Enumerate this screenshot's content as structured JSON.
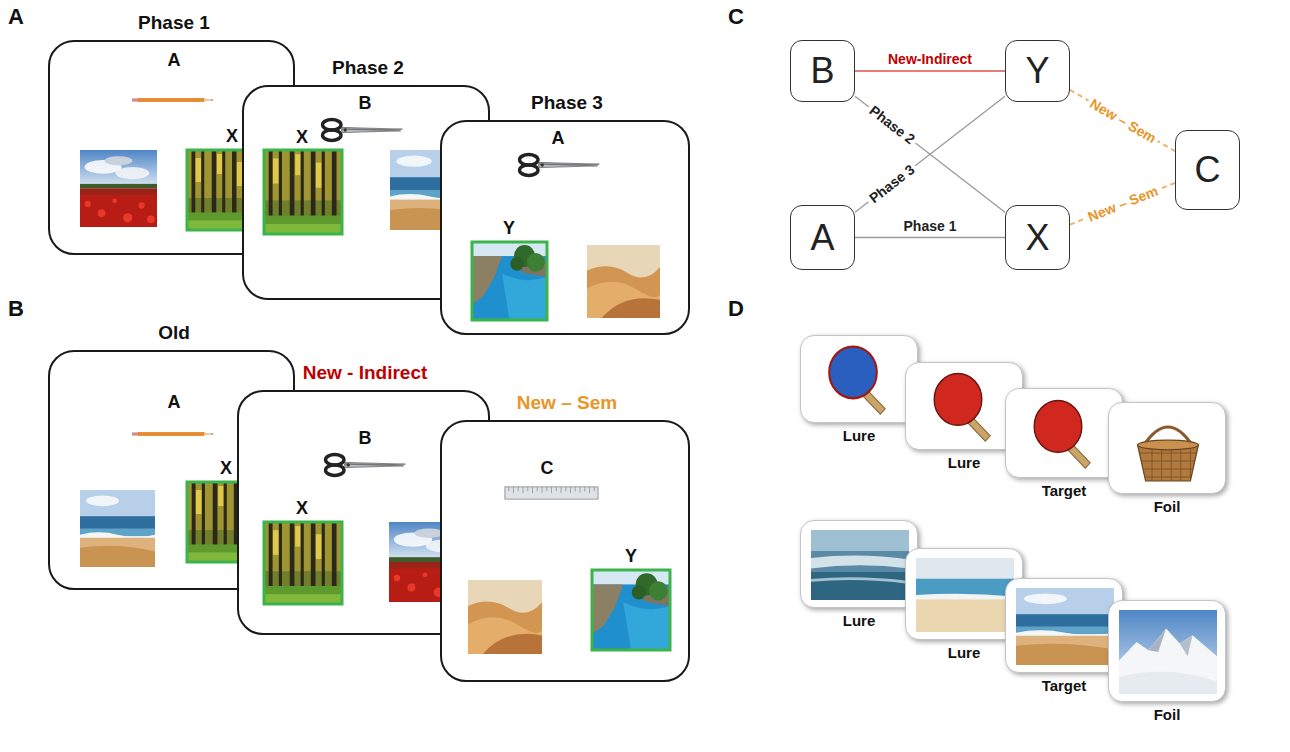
{
  "diagram": {
    "nodes": [
      {
        "text": [
          "Phase 1",
          "A",
          "X"
        ]
      },
      {
        "text": [
          "Phase 2",
          "B",
          "X"
        ]
      },
      {
        "text": [
          "Phase 3",
          "A",
          "Y"
        ]
      },
      {
        "text": [
          "B"
        ]
      },
      {
        "text": [
          "Y"
        ]
      },
      {
        "text": [
          "A"
        ]
      },
      {
        "text": [
          "X"
        ]
      },
      {
        "text": [
          "C"
        ]
      },
      {
        "text": [
          "Old",
          "A",
          "X"
        ]
      },
      {
        "text": [
          "New - Indirect",
          "B",
          "X"
        ]
      },
      {
        "text": [
          "New – Sem",
          "C",
          "Y"
        ]
      },
      {
        "text": [
          "Lure"
        ]
      },
      {
        "text": [
          "Lure"
        ]
      },
      {
        "text": [
          "Target"
        ]
      },
      {
        "text": [
          "Foil"
        ]
      },
      {
        "text": [
          "Lure"
        ]
      },
      {
        "text": [
          "Lure"
        ]
      },
      {
        "text": [
          "Target"
        ]
      },
      {
        "text": [
          "Foil"
        ]
      }
    ],
    "edges": [
      {
        "from": 3,
        "to": 4,
        "label": "New-Indirect",
        "arrow": "none"
      },
      {
        "from": 3,
        "to": 6,
        "label": "Phase 2",
        "arrow": "none"
      },
      {
        "from": 5,
        "to": 4,
        "label": "Phase 3",
        "arrow": "none"
      },
      {
        "from": 5,
        "to": 6,
        "label": "Phase 1",
        "arrow": "none"
      },
      {
        "from": 4,
        "to": 7,
        "label": "New – Sem",
        "arrow": "none"
      },
      {
        "from": 6,
        "to": 7,
        "label": "New – Sem",
        "arrow": "none"
      }
    ],
    "labels": [
      "A",
      "B",
      "C",
      "D"
    ]
  }
}
